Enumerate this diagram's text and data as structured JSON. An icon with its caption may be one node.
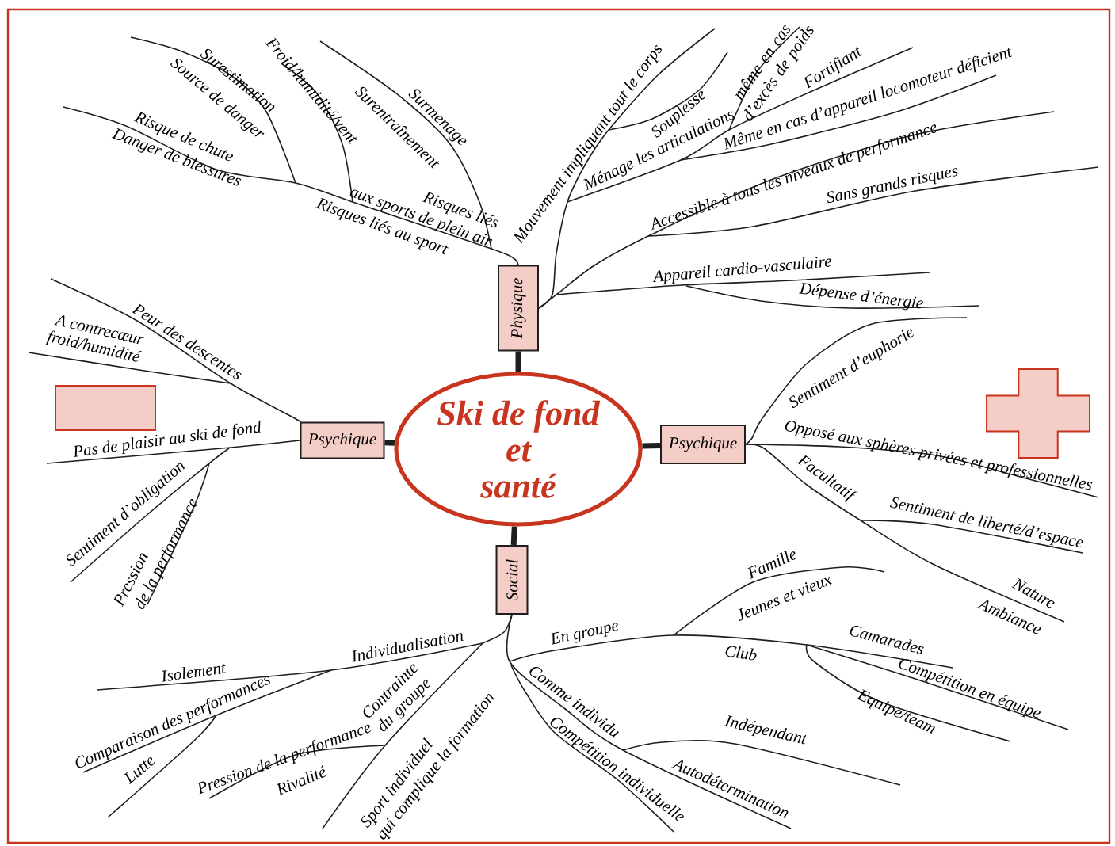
{
  "diagram": {
    "nodes": [
      {
        "text": [
          "Ski de fond et santé"
        ]
      },
      {
        "text": [
          "Physique"
        ]
      },
      {
        "text": [
          "Psychique"
        ]
      },
      {
        "text": [
          "Psychique"
        ]
      },
      {
        "text": [
          "Social"
        ]
      },
      {
        "text": [],
        "shape": "box"
      },
      {
        "text": [],
        "shape": "cross"
      }
    ],
    "edges": [
      {
        "from": 0,
        "to": 1,
        "arrow": "none",
        "style": "thick"
      },
      {
        "from": 0,
        "to": 2,
        "arrow": "none",
        "style": "thick"
      },
      {
        "from": 0,
        "to": 3,
        "arrow": "none",
        "style": "thick"
      },
      {
        "from": 0,
        "to": 4,
        "arrow": "none",
        "style": "thick"
      },
      {
        "from": 1,
        "to": null,
        "arrow": "none"
      },
      {
        "from": 1,
        "to": null,
        "arrow": "none"
      },
      {
        "from": 1,
        "to": null,
        "arrow": "none"
      },
      {
        "from": 2,
        "to": null,
        "arrow": "none"
      },
      {
        "from": 2,
        "to": null,
        "arrow": "none"
      },
      {
        "from": 3,
        "to": null,
        "arrow": "none"
      },
      {
        "from": 3,
        "to": null,
        "arrow": "none"
      },
      {
        "from": 3,
        "to": null,
        "arrow": "none"
      },
      {
        "from": 4,
        "to": null,
        "arrow": "none"
      },
      {
        "from": 4,
        "to": null,
        "arrow": "none"
      }
    ],
    "labels": [
      "Surestimation",
      "Froid/humidité/vent",
      "même en cas d’excès de poids",
      "Fortifiant",
      "Source de danger",
      "Surmenage",
      "Souplesse",
      "Même en cas d’appareil locomoteur déficient",
      "Risque de chute",
      "Danger de blessures",
      "Surentraînement",
      "Mouvement impliquant tout le corps",
      "Ménage les articulations",
      "Accessible à tous les niveaux de performance",
      "Sans grands risques",
      "Risques liés aux sports de plein air",
      "Risques liés au sport",
      "Appareil cardio-vasculaire",
      "Dépense d’énergie",
      "A contrecœur",
      "froid/humidité",
      "Peur des descentes",
      "Sentiment d’euphorie",
      "Pas de plaisir au ski de fond",
      "Opposé aux sphères privées et professionnelles",
      "Facultatif",
      "Sentiment d’obligation",
      "Sentiment de liberté/d’espace",
      "Pression de la performance",
      "Famille",
      "Jeunes et vieux",
      "Nature",
      "Ambiance",
      "Individualisation",
      "En groupe",
      "Club",
      "Camarades",
      "Isolement",
      "Compétition en équipe",
      "Comparaison des performances",
      "Contrainte du groupe",
      "Comme individu",
      "Equipe/team",
      "Pression de la performance",
      "Sport individuel qui complique la formation",
      "Indépendant",
      "Lutte",
      "Rivalité",
      "Compétition individuelle",
      "Autodétermination"
    ]
  }
}
